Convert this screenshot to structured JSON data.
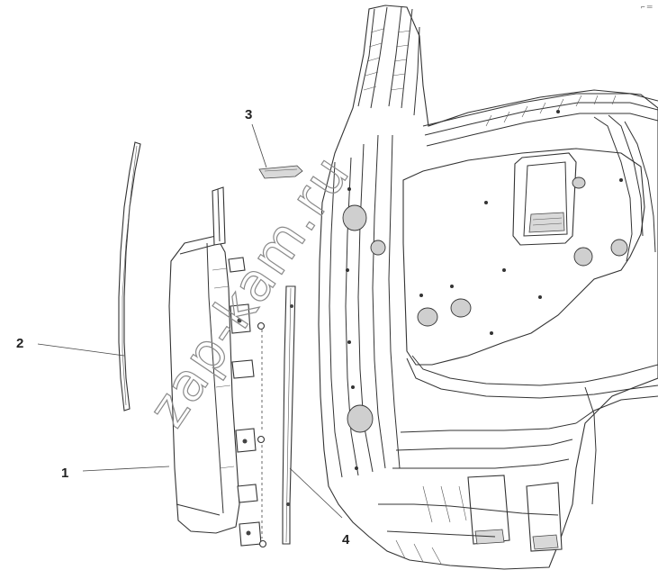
{
  "diagram": {
    "callouts": [
      {
        "id": "1",
        "label": "1"
      },
      {
        "id": "2",
        "label": "2"
      },
      {
        "id": "3",
        "label": "3"
      },
      {
        "id": "4",
        "label": "4"
      }
    ],
    "watermark": "zap-kam.ru",
    "corner_mark": "⌐ ═"
  }
}
